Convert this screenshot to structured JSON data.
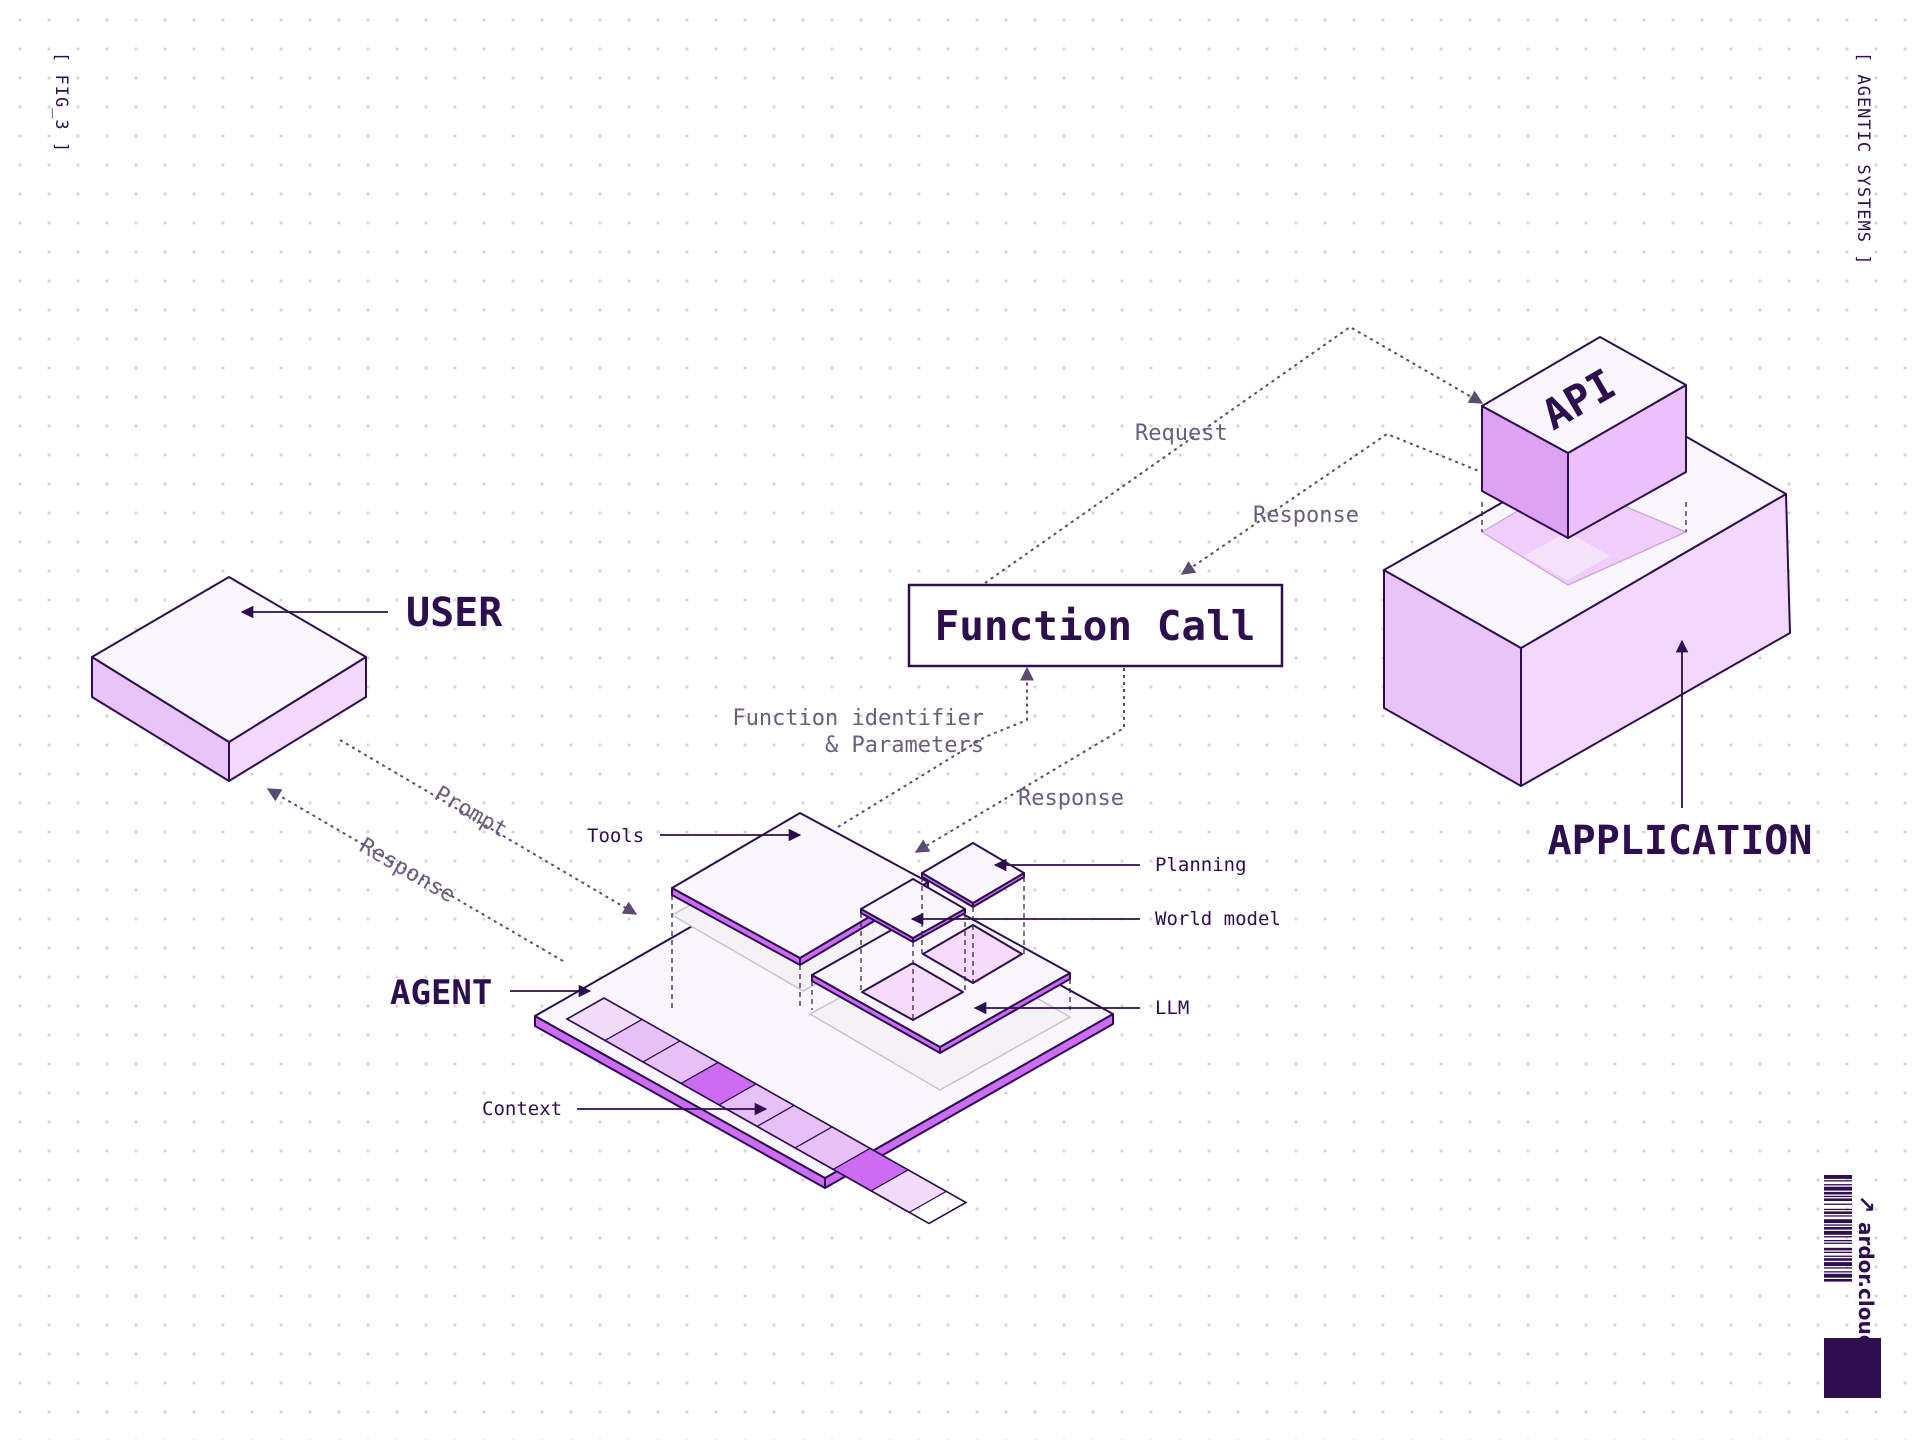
{
  "corner": {
    "fig_label": "[ FIG_3 ]",
    "section_label": "[ AGENTIC SYSTEMS ]",
    "brand": "ardor.cloud",
    "brand_arrow": "↗"
  },
  "blocks": {
    "user": "USER",
    "agent": "AGENT",
    "application": "APPLICATION",
    "api": "API",
    "function_call": "Function Call"
  },
  "agent_parts": {
    "tools": "Tools",
    "planning": "Planning",
    "world_model": "World model",
    "llm": "LLM",
    "context": "Context"
  },
  "flows": {
    "prompt": "Prompt",
    "response_user": "Response",
    "function_identifier_line1": "Function identifier",
    "function_identifier_line2": "& Parameters",
    "response_agent": "Response",
    "request": "Request",
    "response_api": "Response"
  },
  "colors": {
    "ink": "#2d0f4f",
    "label_gray": "#6b5e7b",
    "face_top": "#faf6fd",
    "face_left": "#e8c4f8",
    "face_right": "#f2d8fc",
    "accent": "#cc6cf2",
    "brand_block": "#2d0f4f"
  }
}
